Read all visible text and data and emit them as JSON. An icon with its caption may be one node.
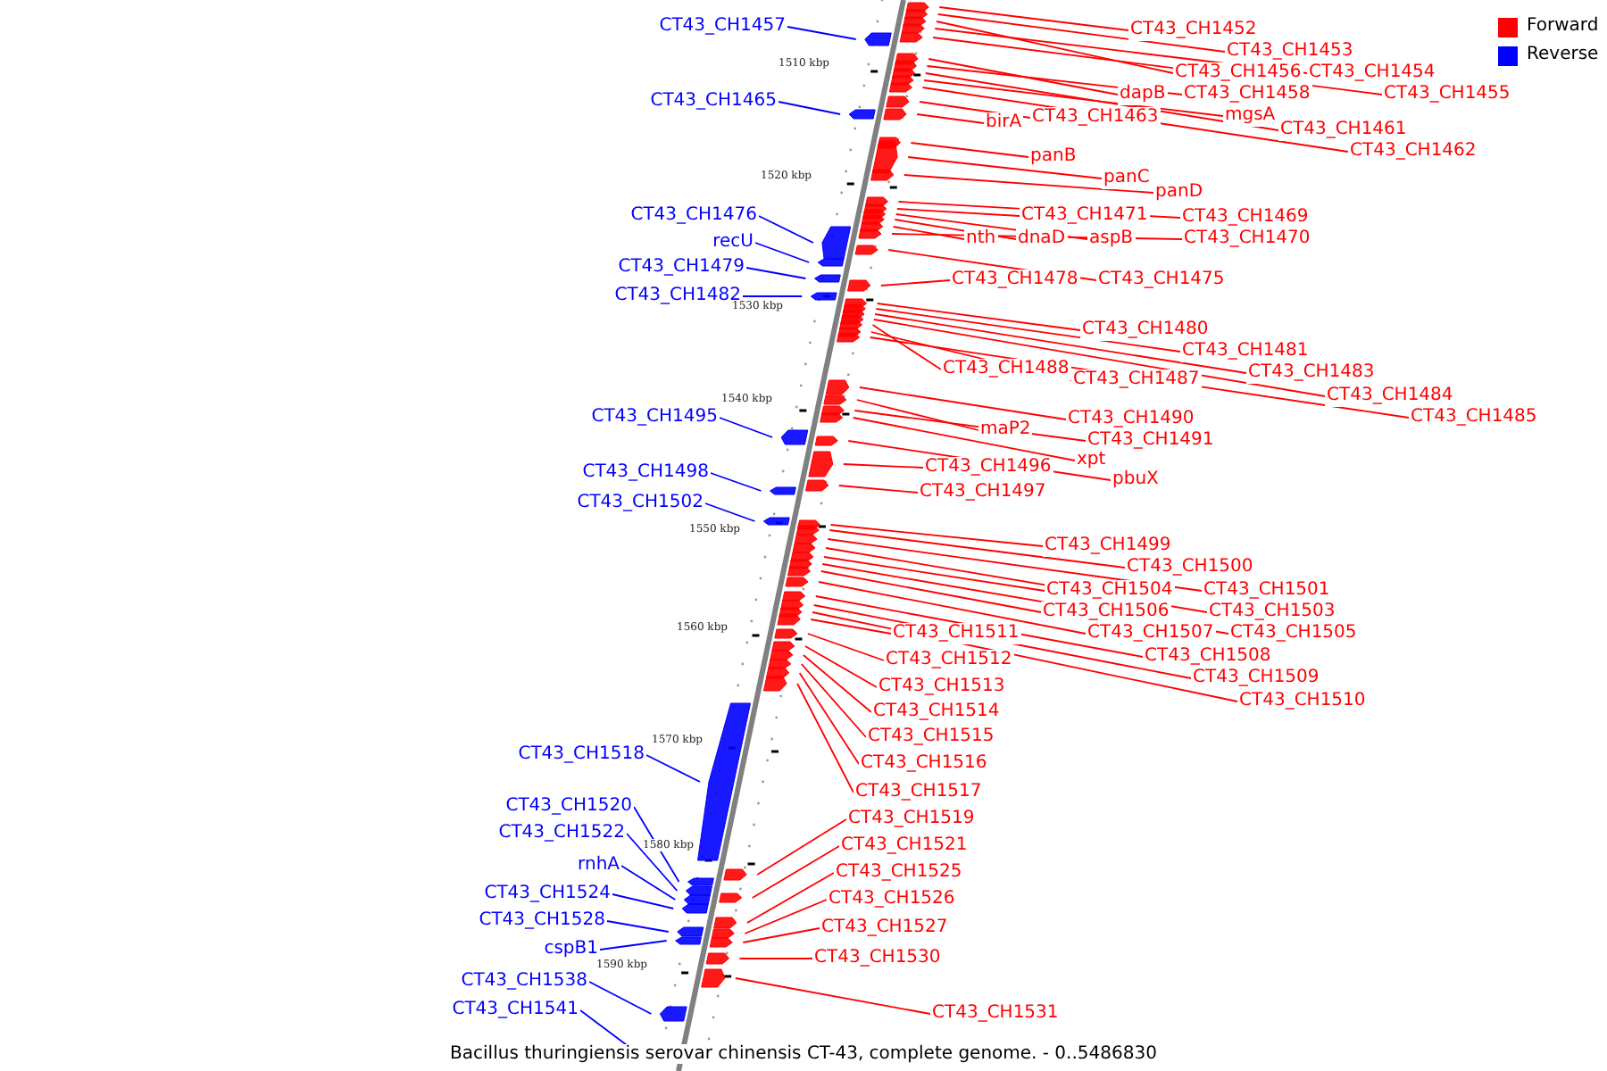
{
  "diagram": {
    "caption": "Bacillus thuringiensis serovar chinensis CT-43, complete genome. - 0..5486830",
    "nodes": [
      {
        "text": [
          "CT43_CH1457"
        ]
      },
      {
        "text": [
          "CT43_CH1465"
        ]
      },
      {
        "text": [
          "CT43_CH1476"
        ]
      },
      {
        "text": [
          "recU"
        ]
      },
      {
        "text": [
          "CT43_CH1479"
        ]
      },
      {
        "text": [
          "CT43_CH1482"
        ]
      },
      {
        "text": [
          "CT43_CH1495"
        ]
      },
      {
        "text": [
          "CT43_CH1498"
        ]
      },
      {
        "text": [
          "CT43_CH1502"
        ]
      },
      {
        "text": [
          "CT43_CH1518"
        ]
      },
      {
        "text": [
          "CT43_CH1520"
        ]
      },
      {
        "text": [
          "CT43_CH1522"
        ]
      },
      {
        "text": [
          "rnhA"
        ]
      },
      {
        "text": [
          "CT43_CH1524"
        ]
      },
      {
        "text": [
          "CT43_CH1528"
        ]
      },
      {
        "text": [
          "cspB1"
        ]
      },
      {
        "text": [
          "CT43_CH1538"
        ]
      },
      {
        "text": [
          "CT43_CH1541"
        ]
      },
      {
        "text": [
          "CT43_CH1452"
        ]
      },
      {
        "text": [
          "CT43_CH1453"
        ]
      },
      {
        "text": [
          "CT43_CH1456"
        ]
      },
      {
        "text": [
          "CT43_CH1454"
        ]
      },
      {
        "text": [
          "dapB"
        ]
      },
      {
        "text": [
          "CT43_CH1458"
        ]
      },
      {
        "text": [
          "CT43_CH1455"
        ]
      },
      {
        "text": [
          "birA"
        ]
      },
      {
        "text": [
          "CT43_CH1463"
        ]
      },
      {
        "text": [
          "mgsA"
        ]
      },
      {
        "text": [
          "CT43_CH1461"
        ]
      },
      {
        "text": [
          "CT43_CH1462"
        ]
      },
      {
        "text": [
          "panB"
        ]
      },
      {
        "text": [
          "panC"
        ]
      },
      {
        "text": [
          "panD"
        ]
      },
      {
        "text": [
          "CT43_CH1471"
        ]
      },
      {
        "text": [
          "CT43_CH1469"
        ]
      },
      {
        "text": [
          "nth"
        ]
      },
      {
        "text": [
          "dnaD"
        ]
      },
      {
        "text": [
          "aspB"
        ]
      },
      {
        "text": [
          "CT43_CH1470"
        ]
      },
      {
        "text": [
          "CT43_CH1478"
        ]
      },
      {
        "text": [
          "CT43_CH1475"
        ]
      },
      {
        "text": [
          "CT43_CH1480"
        ]
      },
      {
        "text": [
          "CT43_CH1481"
        ]
      },
      {
        "text": [
          "CT43_CH1488"
        ]
      },
      {
        "text": [
          "CT43_CH1483"
        ]
      },
      {
        "text": [
          "CT43_CH1487"
        ]
      },
      {
        "text": [
          "CT43_CH1484"
        ]
      },
      {
        "text": [
          "CT43_CH1485"
        ]
      },
      {
        "text": [
          "CT43_CH1490"
        ]
      },
      {
        "text": [
          "maP2"
        ]
      },
      {
        "text": [
          "CT43_CH1491"
        ]
      },
      {
        "text": [
          "xpt"
        ]
      },
      {
        "text": [
          "CT43_CH1496"
        ]
      },
      {
        "text": [
          "pbuX"
        ]
      },
      {
        "text": [
          "CT43_CH1497"
        ]
      },
      {
        "text": [
          "CT43_CH1499"
        ]
      },
      {
        "text": [
          "CT43_CH1500"
        ]
      },
      {
        "text": [
          "CT43_CH1504"
        ]
      },
      {
        "text": [
          "CT43_CH1501"
        ]
      },
      {
        "text": [
          "CT43_CH1506"
        ]
      },
      {
        "text": [
          "CT43_CH1503"
        ]
      },
      {
        "text": [
          "CT43_CH1511"
        ]
      },
      {
        "text": [
          "CT43_CH1507"
        ]
      },
      {
        "text": [
          "CT43_CH1505"
        ]
      },
      {
        "text": [
          "CT43_CH1508"
        ]
      },
      {
        "text": [
          "CT43_CH1512"
        ]
      },
      {
        "text": [
          "CT43_CH1509"
        ]
      },
      {
        "text": [
          "CT43_CH1513"
        ]
      },
      {
        "text": [
          "CT43_CH1510"
        ]
      },
      {
        "text": [
          "CT43_CH1514"
        ]
      },
      {
        "text": [
          "CT43_CH1515"
        ]
      },
      {
        "text": [
          "CT43_CH1516"
        ]
      },
      {
        "text": [
          "CT43_CH1517"
        ]
      },
      {
        "text": [
          "CT43_CH1519"
        ]
      },
      {
        "text": [
          "CT43_CH1521"
        ]
      },
      {
        "text": [
          "CT43_CH1525"
        ]
      },
      {
        "text": [
          "CT43_CH1526"
        ]
      },
      {
        "text": [
          "CT43_CH1527"
        ]
      },
      {
        "text": [
          "CT43_CH1530"
        ]
      },
      {
        "text": [
          "CT43_CH1531"
        ]
      }
    ],
    "edges": [
      {
        "from": 0,
        "to": null,
        "arrow": "none",
        "color": "#0000ff"
      },
      {
        "from": 1,
        "to": null,
        "arrow": "none",
        "color": "#0000ff"
      },
      {
        "from": 2,
        "to": null,
        "arrow": "none",
        "color": "#0000ff"
      },
      {
        "from": 3,
        "to": null,
        "arrow": "none",
        "color": "#0000ff"
      },
      {
        "from": 4,
        "to": null,
        "arrow": "none",
        "color": "#0000ff"
      },
      {
        "from": 5,
        "to": null,
        "arrow": "none",
        "color": "#0000ff"
      },
      {
        "from": 6,
        "to": null,
        "arrow": "none",
        "color": "#0000ff"
      },
      {
        "from": 7,
        "to": null,
        "arrow": "none",
        "color": "#0000ff"
      },
      {
        "from": 8,
        "to": null,
        "arrow": "none",
        "color": "#0000ff"
      },
      {
        "from": 9,
        "to": null,
        "arrow": "none",
        "color": "#0000ff"
      },
      {
        "from": 10,
        "to": null,
        "arrow": "none",
        "color": "#0000ff"
      },
      {
        "from": 11,
        "to": null,
        "arrow": "none",
        "color": "#0000ff"
      },
      {
        "from": 12,
        "to": null,
        "arrow": "none",
        "color": "#0000ff"
      },
      {
        "from": 13,
        "to": null,
        "arrow": "none",
        "color": "#0000ff"
      },
      {
        "from": 14,
        "to": null,
        "arrow": "none",
        "color": "#0000ff"
      },
      {
        "from": 15,
        "to": null,
        "arrow": "none",
        "color": "#0000ff"
      },
      {
        "from": 16,
        "to": null,
        "arrow": "none",
        "color": "#0000ff"
      },
      {
        "from": 17,
        "to": null,
        "arrow": "none",
        "color": "#0000ff"
      },
      {
        "from": 18,
        "to": null,
        "arrow": "none"
      },
      {
        "from": 19,
        "to": null,
        "arrow": "none"
      },
      {
        "from": 20,
        "to": null,
        "arrow": "none"
      },
      {
        "from": 21,
        "to": null,
        "arrow": "none"
      },
      {
        "from": 22,
        "to": null,
        "arrow": "none"
      },
      {
        "from": 23,
        "to": null,
        "arrow": "none"
      },
      {
        "from": 24,
        "to": null,
        "arrow": "none"
      },
      {
        "from": 25,
        "to": null,
        "arrow": "none"
      },
      {
        "from": 26,
        "to": null,
        "arrow": "none"
      },
      {
        "from": 27,
        "to": null,
        "arrow": "none"
      },
      {
        "from": 28,
        "to": null,
        "arrow": "none"
      },
      {
        "from": 29,
        "to": null,
        "arrow": "none"
      },
      {
        "from": 30,
        "to": null,
        "arrow": "none"
      },
      {
        "from": 31,
        "to": null,
        "arrow": "none"
      },
      {
        "from": 32,
        "to": null,
        "arrow": "none"
      },
      {
        "from": 33,
        "to": null,
        "arrow": "none"
      },
      {
        "from": 34,
        "to": null,
        "arrow": "none"
      },
      {
        "from": 35,
        "to": null,
        "arrow": "none"
      },
      {
        "from": 36,
        "to": null,
        "arrow": "none"
      },
      {
        "from": 37,
        "to": null,
        "arrow": "none"
      },
      {
        "from": 38,
        "to": null,
        "arrow": "none"
      },
      {
        "from": 39,
        "to": null,
        "arrow": "none"
      },
      {
        "from": 40,
        "to": null,
        "arrow": "none"
      },
      {
        "from": 41,
        "to": null,
        "arrow": "none"
      },
      {
        "from": 42,
        "to": null,
        "arrow": "none"
      },
      {
        "from": 43,
        "to": null,
        "arrow": "none"
      },
      {
        "from": 44,
        "to": null,
        "arrow": "none"
      },
      {
        "from": 45,
        "to": null,
        "arrow": "none"
      },
      {
        "from": 46,
        "to": null,
        "arrow": "none"
      },
      {
        "from": 47,
        "to": null,
        "arrow": "none"
      },
      {
        "from": 48,
        "to": null,
        "arrow": "none"
      },
      {
        "from": 49,
        "to": null,
        "arrow": "none"
      },
      {
        "from": 50,
        "to": null,
        "arrow": "none"
      },
      {
        "from": 51,
        "to": null,
        "arrow": "none"
      },
      {
        "from": 52,
        "to": null,
        "arrow": "none"
      },
      {
        "from": 53,
        "to": null,
        "arrow": "none"
      },
      {
        "from": 54,
        "to": null,
        "arrow": "none"
      },
      {
        "from": 55,
        "to": null,
        "arrow": "none"
      },
      {
        "from": 56,
        "to": null,
        "arrow": "none"
      },
      {
        "from": 57,
        "to": null,
        "arrow": "none"
      },
      {
        "from": 58,
        "to": null,
        "arrow": "none"
      },
      {
        "from": 59,
        "to": null,
        "arrow": "none"
      },
      {
        "from": 60,
        "to": null,
        "arrow": "none"
      },
      {
        "from": 61,
        "to": null,
        "arrow": "none"
      },
      {
        "from": 62,
        "to": null,
        "arrow": "none"
      },
      {
        "from": 63,
        "to": null,
        "arrow": "none"
      },
      {
        "from": 64,
        "to": null,
        "arrow": "none"
      },
      {
        "from": 65,
        "to": null,
        "arrow": "none"
      },
      {
        "from": 66,
        "to": null,
        "arrow": "none"
      },
      {
        "from": 67,
        "to": null,
        "arrow": "none"
      },
      {
        "from": 68,
        "to": null,
        "arrow": "none"
      },
      {
        "from": 69,
        "to": null,
        "arrow": "none"
      },
      {
        "from": 70,
        "to": null,
        "arrow": "none"
      },
      {
        "from": 71,
        "to": null,
        "arrow": "none"
      },
      {
        "from": 72,
        "to": null,
        "arrow": "none"
      },
      {
        "from": 73,
        "to": null,
        "arrow": "none"
      },
      {
        "from": 74,
        "to": null,
        "arrow": "none"
      },
      {
        "from": 75,
        "to": null,
        "arrow": "none"
      },
      {
        "from": 76,
        "to": null,
        "arrow": "none"
      },
      {
        "from": 77,
        "to": null,
        "arrow": "none"
      },
      {
        "from": 78,
        "to": null,
        "arrow": "none"
      },
      {
        "from": 79,
        "to": null,
        "arrow": "none"
      }
    ],
    "labels": [
      "1510 kbp",
      "1520 kbp",
      "1530 kbp",
      "1540 kbp",
      "1550 kbp",
      "1560 kbp",
      "1570 kbp",
      "1580 kbp",
      "1590 kbp"
    ],
    "legend": [
      {
        "text": "Forward",
        "color": "#ff0000"
      },
      {
        "text": "Reverse",
        "color": "#0000ff"
      }
    ]
  }
}
